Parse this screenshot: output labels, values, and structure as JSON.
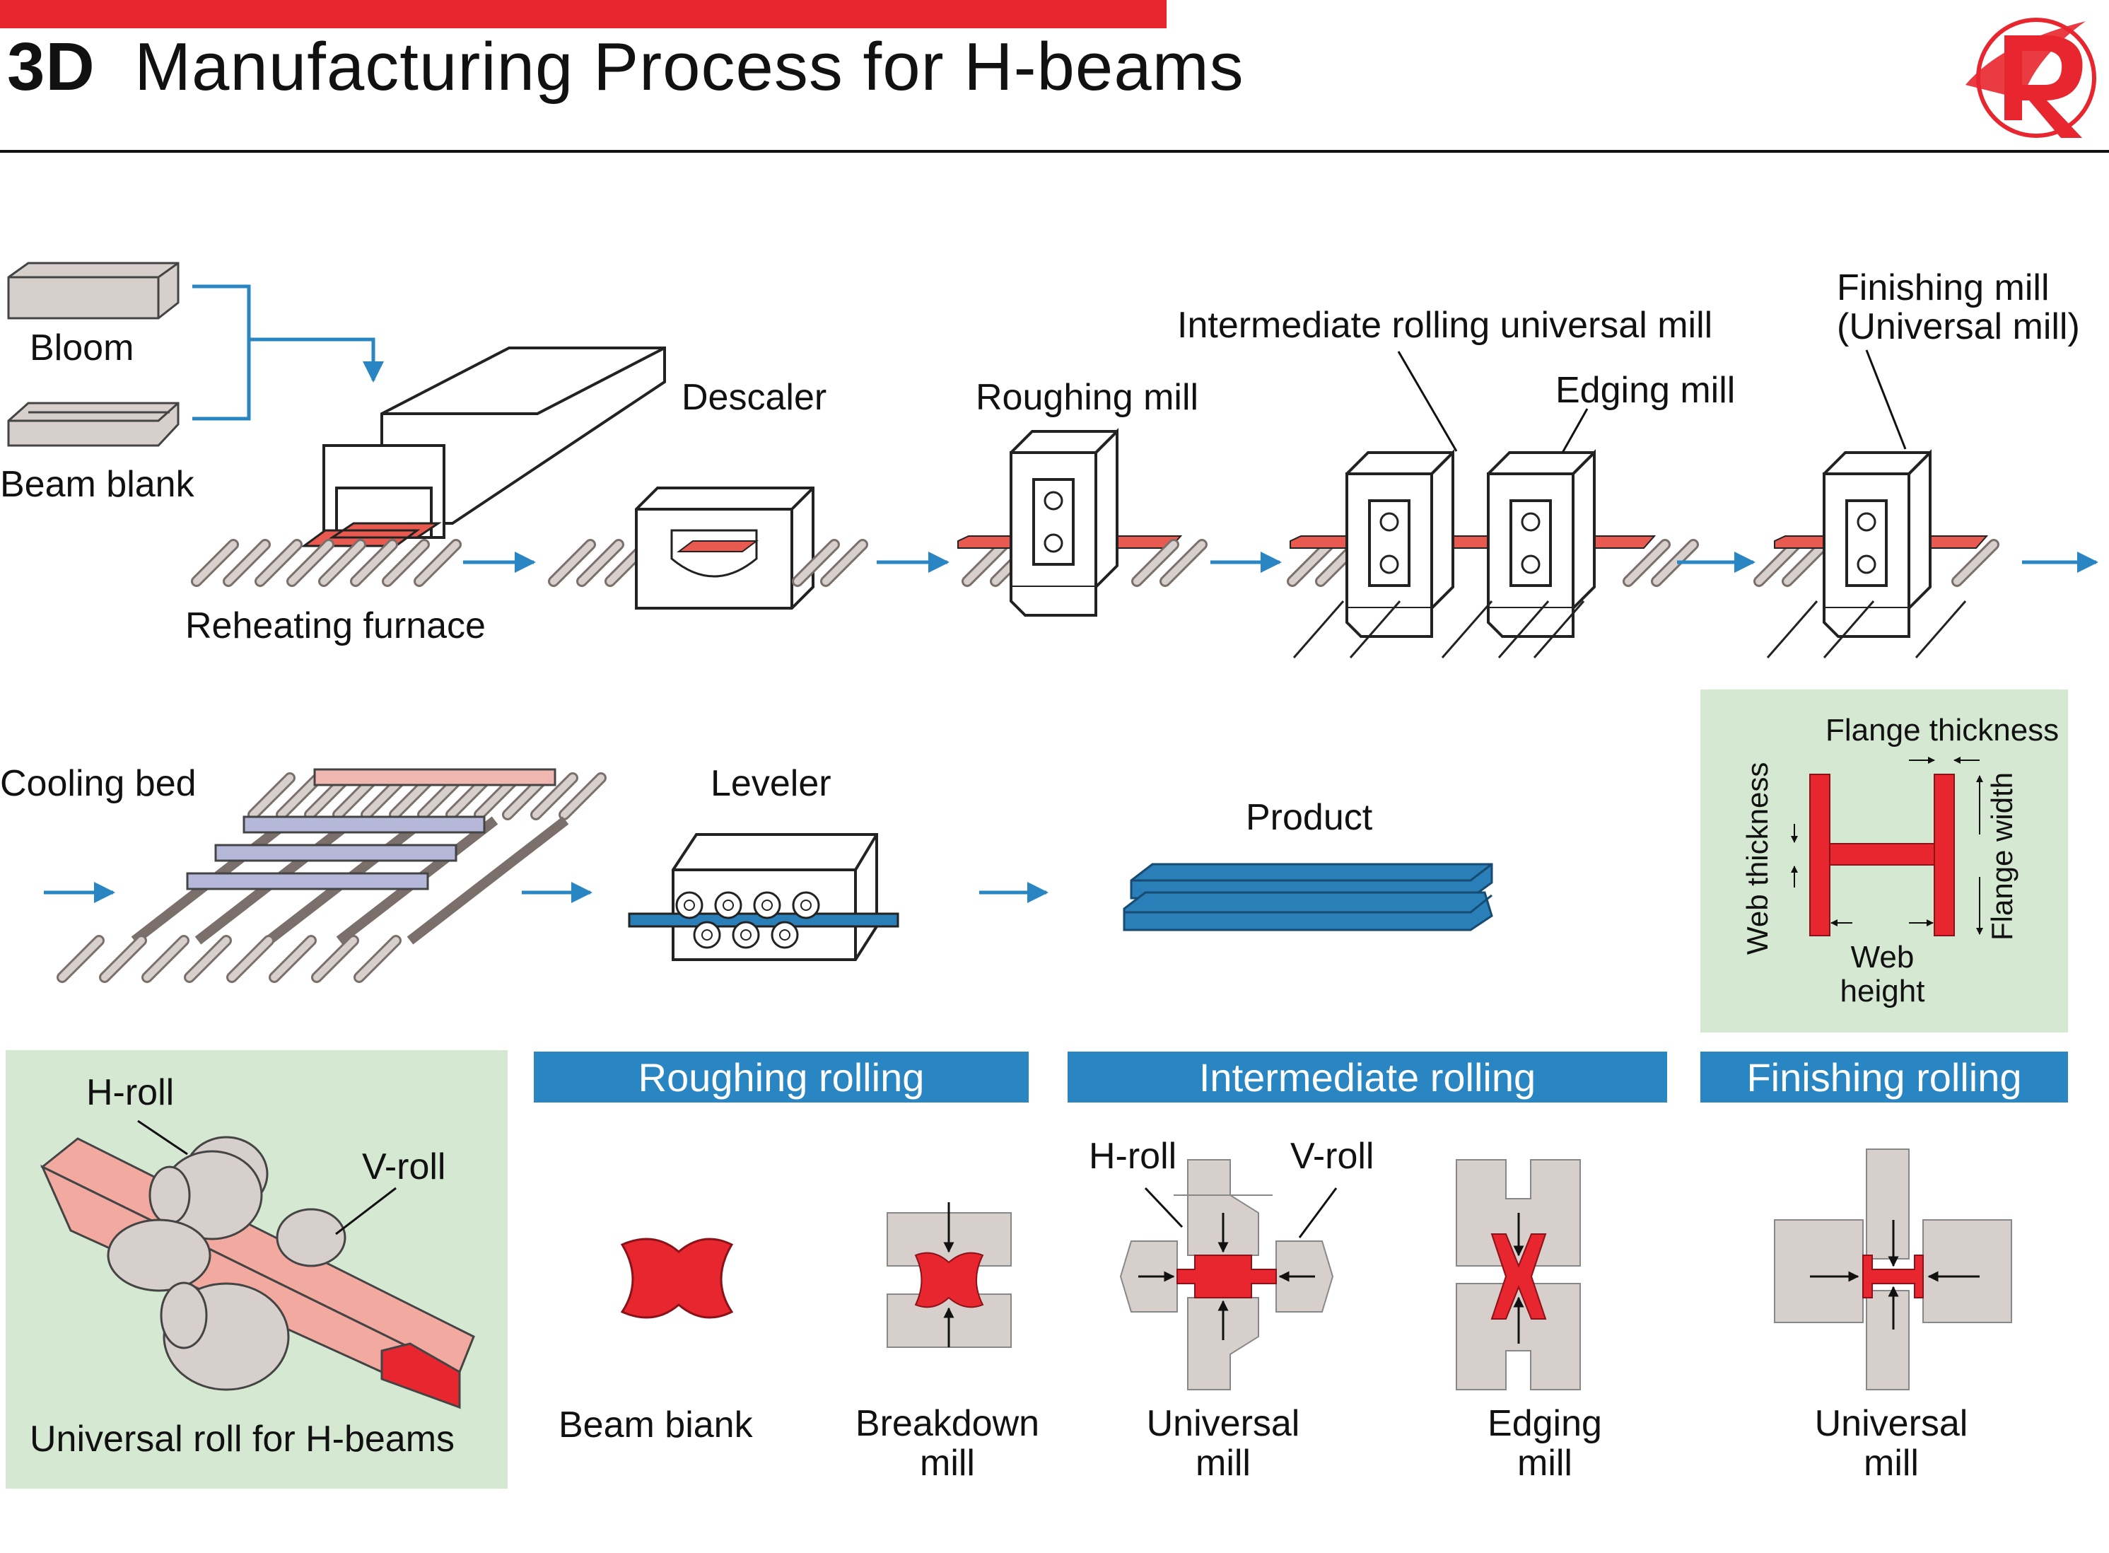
{
  "header": {
    "number": "3D",
    "title": "Manufacturing Process for H-beams",
    "accent_color": "#e8262f",
    "logo_icon": "red-eagle-r-logo-icon"
  },
  "process_flow": {
    "inputs": [
      "Bloom",
      "Beam blank"
    ],
    "reheating_furnace": "Reheating furnace",
    "descaler": "Descaler",
    "roughing_mill": "Roughing mill",
    "intermediate_mill": "Intermediate rolling universal mill",
    "edging_mill": "Edging mill",
    "finishing_mill_line1": "Finishing mill",
    "finishing_mill_line2": "(Universal mill)",
    "cooling_bed": "Cooling bed",
    "leveler": "Leveler",
    "product": "Product"
  },
  "section_dims": {
    "flange_thickness": "Flange thickness",
    "web_thickness": "Web thickness",
    "flange_width": "Flange width",
    "web_height_line1": "Web",
    "web_height_line2": "height"
  },
  "universal_roll": {
    "h_roll": "H-roll",
    "v_roll": "V-roll",
    "caption": "Universal roll for H-beams"
  },
  "stages": {
    "roughing": "Roughing rolling",
    "intermediate": "Intermediate rolling",
    "finishing": "Finishing rolling"
  },
  "mills": {
    "beam_blank": "Beam biank",
    "breakdown_line1": "Breakdown",
    "breakdown_line2": "mill",
    "h_roll": "H-roll",
    "v_roll": "V-roll",
    "universal_line1": "Universal",
    "universal_line2": "mill",
    "edging_line1": "Edging",
    "edging_line2": "mill",
    "finishing_universal_line1": "Universal",
    "finishing_universal_line2": "mill"
  },
  "colors": {
    "steel_hot": "#e85a4f",
    "section_red": "#e8262f",
    "product_blue": "#2a7fb8",
    "flow_arrow": "#2a86c3",
    "panel_green": "#d5e8d2",
    "roll_gray": "#d6cfcb"
  }
}
